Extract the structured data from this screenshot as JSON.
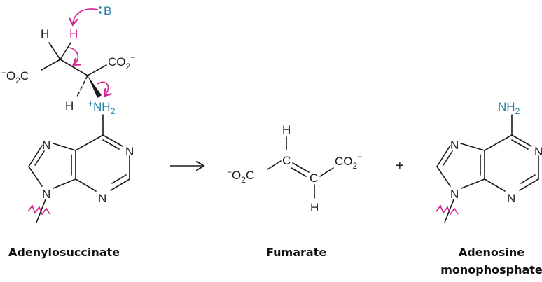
{
  "reaction": {
    "arrow": "→",
    "plus": "+"
  },
  "reactant": {
    "name": "Adenylosuccinate",
    "labels": {
      "base": "B",
      "base_lone_pair": ":",
      "h_abstracted": "H",
      "h_left": "H",
      "h_dashed": "H",
      "carboxylate_left": "⁻O₂C",
      "carboxylate_right": "CO₂⁻",
      "ammonium": "⁺NH₂"
    },
    "ring_atoms": [
      "N",
      "N",
      "N",
      "N"
    ]
  },
  "product_1": {
    "name": "Fumarate",
    "labels": {
      "h_top": "H",
      "h_bottom": "H",
      "c1": "C",
      "c2": "C",
      "carboxylate_left": "⁻O₂C",
      "carboxylate_right": "CO₂⁻"
    }
  },
  "product_2": {
    "name_line1": "Adenosine",
    "name_line2": "monophosphate",
    "labels": {
      "amine": "NH₂"
    },
    "ring_atoms": [
      "N",
      "N",
      "N",
      "N"
    ]
  },
  "colors": {
    "bond": "#1a1a1a",
    "nitrogen_highlight": "#1f7fa6",
    "electron_arrow": "#d6218f"
  }
}
